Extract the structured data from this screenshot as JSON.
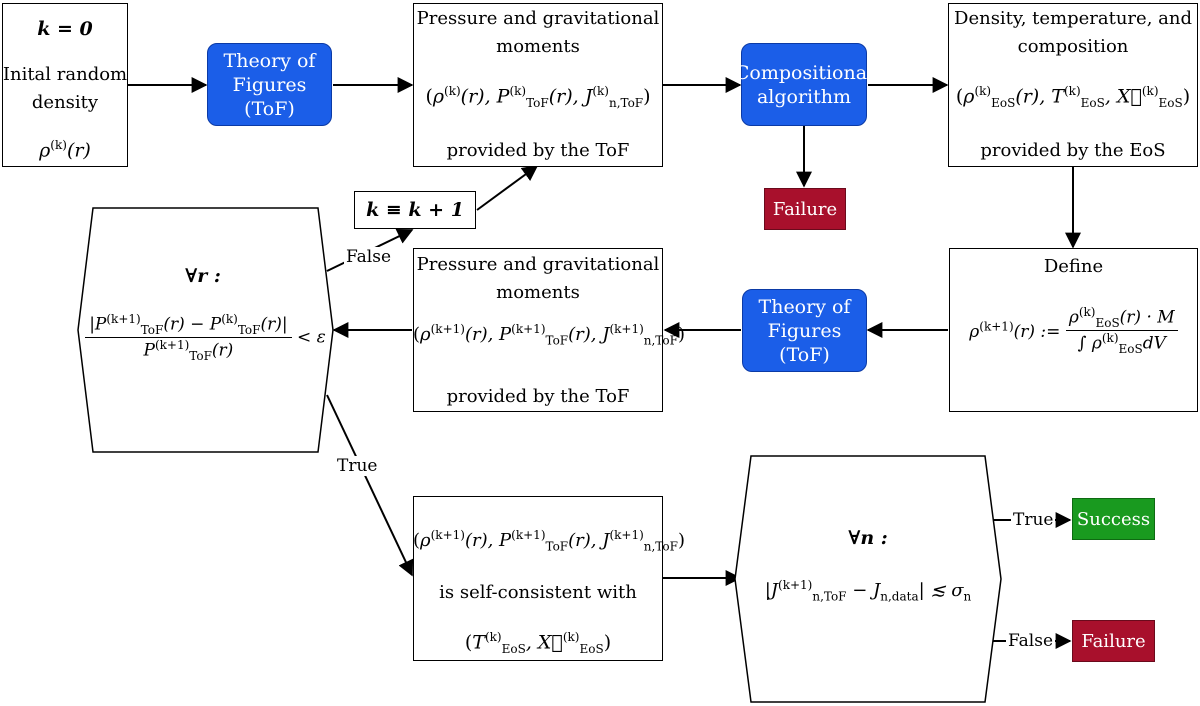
{
  "nodes": {
    "init": {
      "k0": "k = 0",
      "line1": "Inital random",
      "line2": "density",
      "rho": "ρ(k)(r)"
    },
    "tof1": {
      "line1": "Theory of",
      "line2": "Figures (ToF)"
    },
    "pgm1": {
      "line1": "Pressure and gravitational",
      "line2": "moments",
      "formula": "(ρ(k)(r), P(k)ToF(r), J(k)n,ToF)",
      "footer": "provided by the ToF"
    },
    "comp": {
      "line1": "Compositional",
      "line2": "algorithm"
    },
    "fail1": {
      "label": "Failure"
    },
    "dtc": {
      "line1": "Density, temperature, and",
      "line2": "composition",
      "formula": "(ρ(k)EoS(r), T(k)EoS, X(k)EoS)",
      "footer": "provided by the EoS"
    },
    "kinc": {
      "label": "k ≡ k + 1"
    },
    "conv": {
      "forall": "∀r :",
      "formula": "|P(k+1)ToF(r) − P(k)ToF(r)| / P(k+1)ToF(r) < ε"
    },
    "pgm2": {
      "line1": "Pressure and gravitational",
      "line2": "moments",
      "formula": "(ρ(k+1)(r), P(k+1)ToF(r), J(k+1)n,ToF)",
      "footer": "provided by the ToF"
    },
    "tof2": {
      "line1": "Theory of",
      "line2": "Figures (ToF)"
    },
    "define": {
      "title": "Define",
      "formula": "ρ(k+1)(r) := ρ(k)EoS(r) · M / ∫ ρ(k)EoS dV"
    },
    "selfc": {
      "formula": "(ρ(k+1)(r), P(k+1)ToF(r), J(k+1)n,ToF)",
      "middle": "is self-consistent with",
      "formula2": "(T(k)EoS, X(k)EoS)"
    },
    "check": {
      "forall": "∀n :",
      "formula": "|J(k+1)n,ToF − Jn,data| ≲ σn"
    },
    "success": {
      "label": "Success"
    },
    "fail2": {
      "label": "Failure"
    }
  },
  "edges": {
    "false1": "False",
    "true1": "True",
    "true2": "True",
    "false2": "False"
  },
  "colors": {
    "blue": "#1b5ee8",
    "red": "#a8102c",
    "green": "#199a1f"
  }
}
